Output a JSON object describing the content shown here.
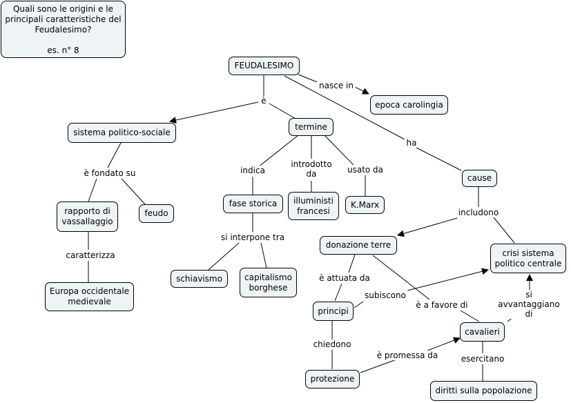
{
  "question": {
    "title": "Quali sono le origini e le\nprincipali caratteristiche del\nFeudalesimo?",
    "exercise": "es. n° 8"
  },
  "nodes": {
    "feudalesimo": "FEUDALESIMO",
    "epoca_carolingia": "epoca carolingia",
    "sistema": "sistema politico-sociale",
    "termine": "termine",
    "rapporto": "rapporto di\nvassallaggio",
    "feudo": "feudo",
    "fase_storica": "fase storica",
    "illuministi": "illuministi\nfrancesi",
    "kmarx": "K.Marx",
    "cause": "cause",
    "donazione": "donazione terre",
    "crisi": "crisi sistema\npolitico centrale",
    "europa": "Europa occidentale\nmedievale",
    "schiavismo": "schiavismo",
    "capitalismo": "capitalismo\nborghese",
    "principi": "principi",
    "cavalieri": "cavalieri",
    "protezione": "protezione",
    "diritti": "diritti sulla popolazione"
  },
  "links": {
    "e": "è",
    "nasce_in": "nasce in",
    "ha": "ha",
    "fondato_su": "è fondato su",
    "indica": "indica",
    "introdotto_da": "introdotto\nda",
    "usato_da": "usato da",
    "includono": "includono",
    "caratterizza": "caratterizza",
    "si_interpone_tra": "si interpone tra",
    "attuata_da": "è attuata da",
    "subiscono": "subiscono",
    "a_favore_di": "è a favore di",
    "si_avvantaggiano_di": "si avvantaggiano di",
    "chiedono": "chiedono",
    "promessa_da": "è promessa da",
    "esercitano": "esercitano"
  }
}
